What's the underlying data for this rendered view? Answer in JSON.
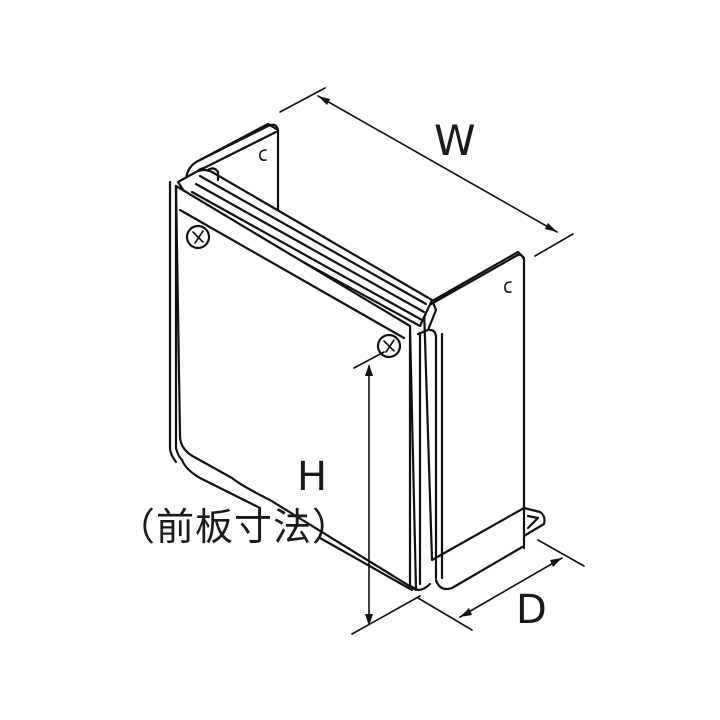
{
  "diagram": {
    "type": "isometric technical line drawing",
    "subject": "front-panel box cover",
    "line_color": "#111111",
    "background": "#ffffff"
  },
  "dimensions": {
    "width": {
      "label": "W"
    },
    "height": {
      "label": "H",
      "note": "（前板寸法）"
    },
    "depth": {
      "label": "D"
    }
  },
  "features": {
    "screws": [
      {
        "name": "screw-top-left",
        "glyph": "⊗"
      },
      {
        "name": "screw-right",
        "glyph": "⊗"
      }
    ],
    "mounting_holes": 2
  }
}
